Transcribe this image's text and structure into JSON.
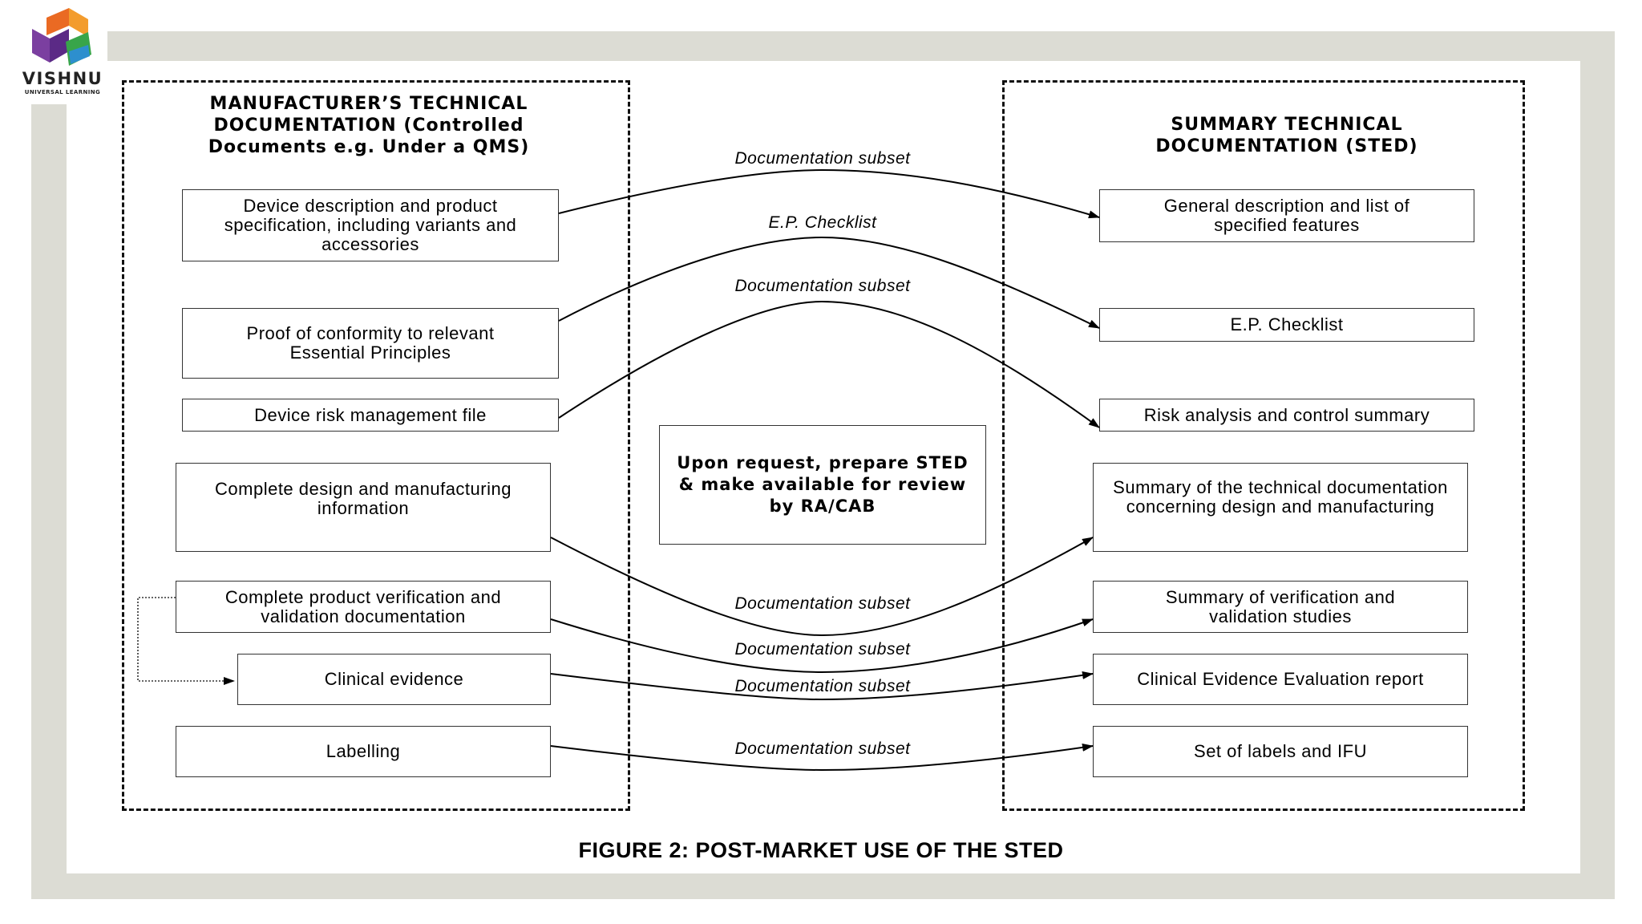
{
  "logo": {
    "name": "VISHNU",
    "tagline": "UNIVERSAL LEARNING"
  },
  "left_panel": {
    "heading": "MANUFACTURER’S TECHNICAL DOCUMENTATION (Controlled Documents e.g. Under a QMS)",
    "items": [
      "Device description and product specification, including variants and accessories",
      "Proof of conformity to relevant Essential Principles",
      "Device risk management file",
      "Complete design and manufacturing information",
      "Complete product verification and validation documentation",
      "Clinical evidence",
      "Labelling"
    ]
  },
  "right_panel": {
    "heading": "SUMMARY TECHNICAL DOCUMENTATION (STED)",
    "items": [
      "General description and list of specified features",
      "E.P. Checklist",
      "Risk analysis and control summary",
      "Summary of the technical documentation concerning design and manufacturing",
      "Summary of verification and validation studies",
      "Clinical Evidence Evaluation report",
      "Set of labels and IFU"
    ]
  },
  "center_note": "Upon request, prepare STED & make available for review by RA/CAB",
  "arrow_labels": [
    "Documentation subset",
    "E.P. Checklist",
    "Documentation subset",
    "Documentation subset",
    "Documentation subset",
    "Documentation subset",
    "Documentation subset"
  ],
  "caption": "FIGURE 2:  POST-MARKET USE OF THE STED"
}
